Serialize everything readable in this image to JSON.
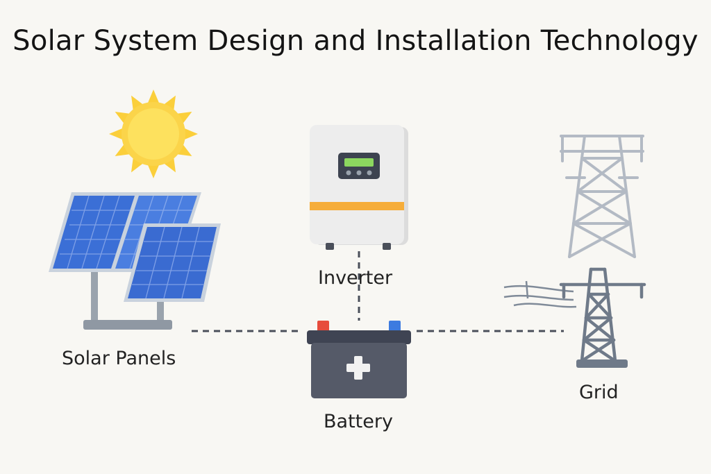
{
  "title": "Solar System Design and Installation Technology",
  "components": {
    "solar_panels": {
      "label": "Solar Panels",
      "icon": "solar-panel-icon"
    },
    "inverter": {
      "label": "Inverter",
      "icon": "inverter-icon"
    },
    "battery": {
      "label": "Battery",
      "icon": "battery-icon"
    },
    "grid": {
      "label": "Grid",
      "icon": "transmission-tower-icon"
    },
    "sun": {
      "icon": "sun-icon"
    }
  },
  "colors": {
    "background": "#f8f7f3",
    "sun": "#fbcf3b",
    "panel": "#3b6fd6",
    "inverter_stripe": "#f6ad3a",
    "battery": "#4f5564",
    "tower": "#6f7a89",
    "connector": "#4a4f5a"
  }
}
